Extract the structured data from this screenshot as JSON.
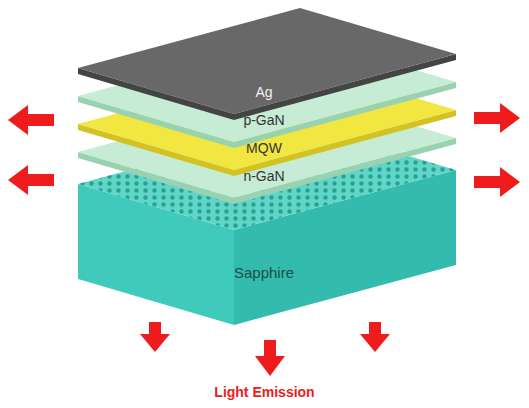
{
  "diagram": {
    "nodes": [
      {
        "text": [
          "Ag"
        ]
      },
      {
        "text": [
          "p-GaN"
        ]
      },
      {
        "text": [
          "MQW"
        ]
      },
      {
        "text": [
          "n-GaN"
        ]
      },
      {
        "text": [
          "Sapphire"
        ]
      }
    ],
    "labels": [
      "Light Emission"
    ]
  }
}
